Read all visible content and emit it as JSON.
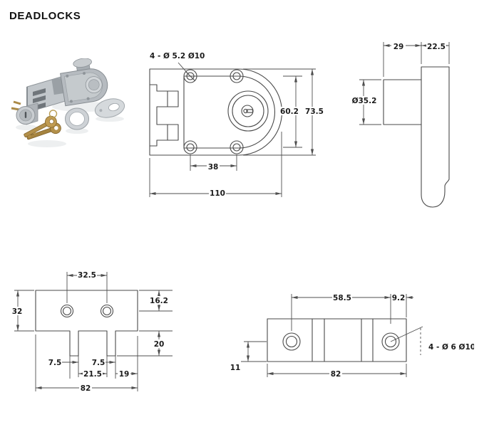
{
  "page": {
    "title": "DEADLOCKS"
  },
  "colors": {
    "line": "#4a4a4a",
    "text": "#1b1b1b",
    "steel": "#b6bbc0",
    "steel_light": "#cdd2d6",
    "steel_dark": "#9aa0a5",
    "brass": "#b3904a"
  },
  "front": {
    "hole_note": "4 - Ø 5.2 Ø10",
    "hole_pitch_v": "60.2",
    "overall_height": "73.5",
    "hole_pitch_h": "38",
    "overall_width": "110"
  },
  "side": {
    "boss_depth": "29",
    "case_depth": "22.5",
    "cylinder_dia": "Ø35.2"
  },
  "staple": {
    "hole_pitch": "32.5",
    "hole_offset": "16.2",
    "plate_height": "32",
    "leg_length": "20",
    "leg_width_1": "7.5",
    "leg_width_2": "7.5",
    "leg_gap": "21.5",
    "edge_margin": "19",
    "overall_width": "82"
  },
  "strike": {
    "hole_pitch": "58.5",
    "edge_offset": "9.2",
    "hole_note": "4 - Ø 6 Ø10",
    "hole_height": "11",
    "overall_width": "82"
  }
}
